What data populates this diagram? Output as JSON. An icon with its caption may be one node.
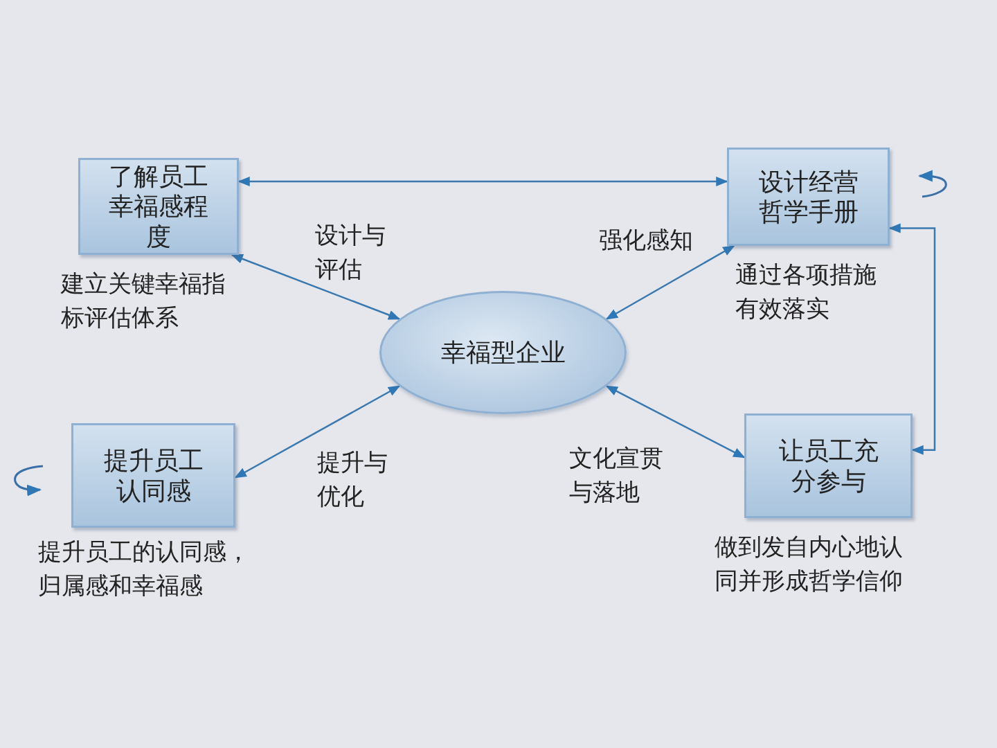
{
  "diagram": {
    "nodes": [
      {
        "text": [
          "了解员工幸福感程度"
        ],
        "beside": [
          "建立关键幸福指标评估体系"
        ]
      },
      {
        "text": [
          "设计经营哲学手册"
        ],
        "beside": [
          "通过各项措施有效落实"
        ]
      },
      {
        "text": [
          "幸福型企业"
        ]
      },
      {
        "text": [
          "提升员工认同感"
        ],
        "beside": [
          "提升员工的认同感，归属感和幸福感"
        ]
      },
      {
        "text": [
          "让员工充分参与"
        ],
        "beside": [
          "做到发自内心地认同并形成哲学信仰"
        ]
      }
    ],
    "edges": [
      {
        "from": 0,
        "to": 1,
        "arrow": "both"
      },
      {
        "from": 0,
        "to": 2,
        "arrow": "both",
        "label": "设计与评估"
      },
      {
        "from": 1,
        "to": 2,
        "arrow": "both",
        "label": "强化感知"
      },
      {
        "from": 3,
        "to": 2,
        "arrow": "both",
        "label": "提升与优化"
      },
      {
        "from": 4,
        "to": 2,
        "arrow": "both",
        "label": "文化宣贯与落地"
      },
      {
        "from": 1,
        "to": 4,
        "arrow": "both"
      }
    ]
  }
}
